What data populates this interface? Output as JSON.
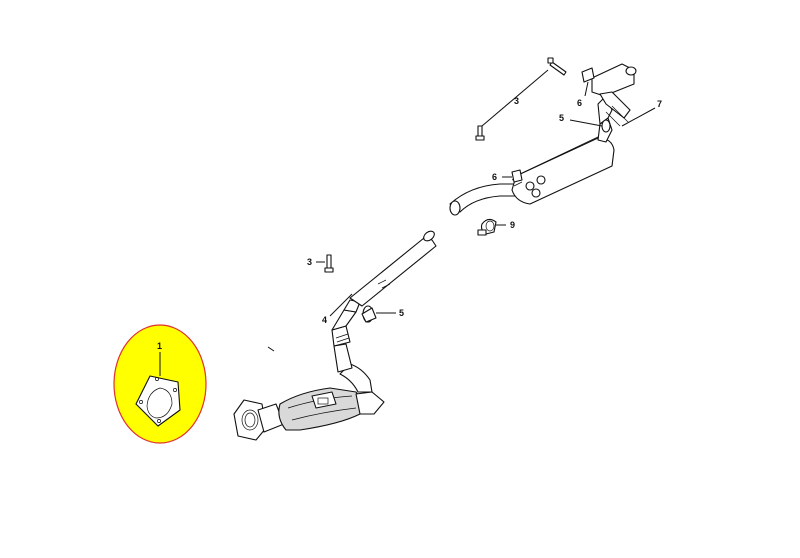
{
  "callouts": {
    "c1": "1",
    "c3_left": "3",
    "c3_right": "3",
    "c4": "4",
    "c5_left": "5",
    "c5_right": "5",
    "c6_upper": "6",
    "c6_lower": "6",
    "c7": "7",
    "c9": "9"
  },
  "highlight": {
    "fill": "#ffff00",
    "stroke": "#e03030"
  }
}
